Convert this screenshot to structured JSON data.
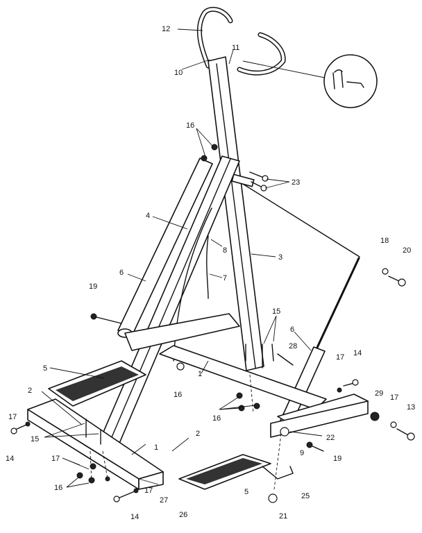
{
  "diagram": {
    "callouts": [
      {
        "id": "c12",
        "label": "12"
      },
      {
        "id": "c11",
        "label": "11"
      },
      {
        "id": "c10",
        "label": "10"
      },
      {
        "id": "c16a",
        "label": "16"
      },
      {
        "id": "c23",
        "label": "23"
      },
      {
        "id": "c4",
        "label": "4"
      },
      {
        "id": "c8",
        "label": "8"
      },
      {
        "id": "c3",
        "label": "3"
      },
      {
        "id": "c6a",
        "label": "6"
      },
      {
        "id": "c7",
        "label": "7"
      },
      {
        "id": "c18",
        "label": "18"
      },
      {
        "id": "c20",
        "label": "20"
      },
      {
        "id": "c19a",
        "label": "19"
      },
      {
        "id": "c15a",
        "label": "15"
      },
      {
        "id": "c28",
        "label": "28"
      },
      {
        "id": "c6b",
        "label": "6"
      },
      {
        "id": "c17a",
        "label": "17"
      },
      {
        "id": "c14a",
        "label": "14"
      },
      {
        "id": "c5a",
        "label": "5"
      },
      {
        "id": "c1a",
        "label": "1"
      },
      {
        "id": "c16b",
        "label": "16"
      },
      {
        "id": "c29",
        "label": "29"
      },
      {
        "id": "c17b",
        "label": "17"
      },
      {
        "id": "c13",
        "label": "13"
      },
      {
        "id": "c2a",
        "label": "2"
      },
      {
        "id": "c16c",
        "label": "16"
      },
      {
        "id": "c17c",
        "label": "17"
      },
      {
        "id": "c15b",
        "label": "15"
      },
      {
        "id": "c14b",
        "label": "14"
      },
      {
        "id": "c2b",
        "label": "2"
      },
      {
        "id": "c1b",
        "label": "1"
      },
      {
        "id": "c22",
        "label": "22"
      },
      {
        "id": "c9",
        "label": "9"
      },
      {
        "id": "c19b",
        "label": "19"
      },
      {
        "id": "c17d",
        "label": "17"
      },
      {
        "id": "c16d",
        "label": "16"
      },
      {
        "id": "c27",
        "label": "27"
      },
      {
        "id": "c5b",
        "label": "5"
      },
      {
        "id": "c25",
        "label": "25"
      },
      {
        "id": "c14c",
        "label": "14"
      },
      {
        "id": "c17e",
        "label": "17"
      },
      {
        "id": "c26",
        "label": "26"
      },
      {
        "id": "c21",
        "label": "21"
      }
    ]
  }
}
